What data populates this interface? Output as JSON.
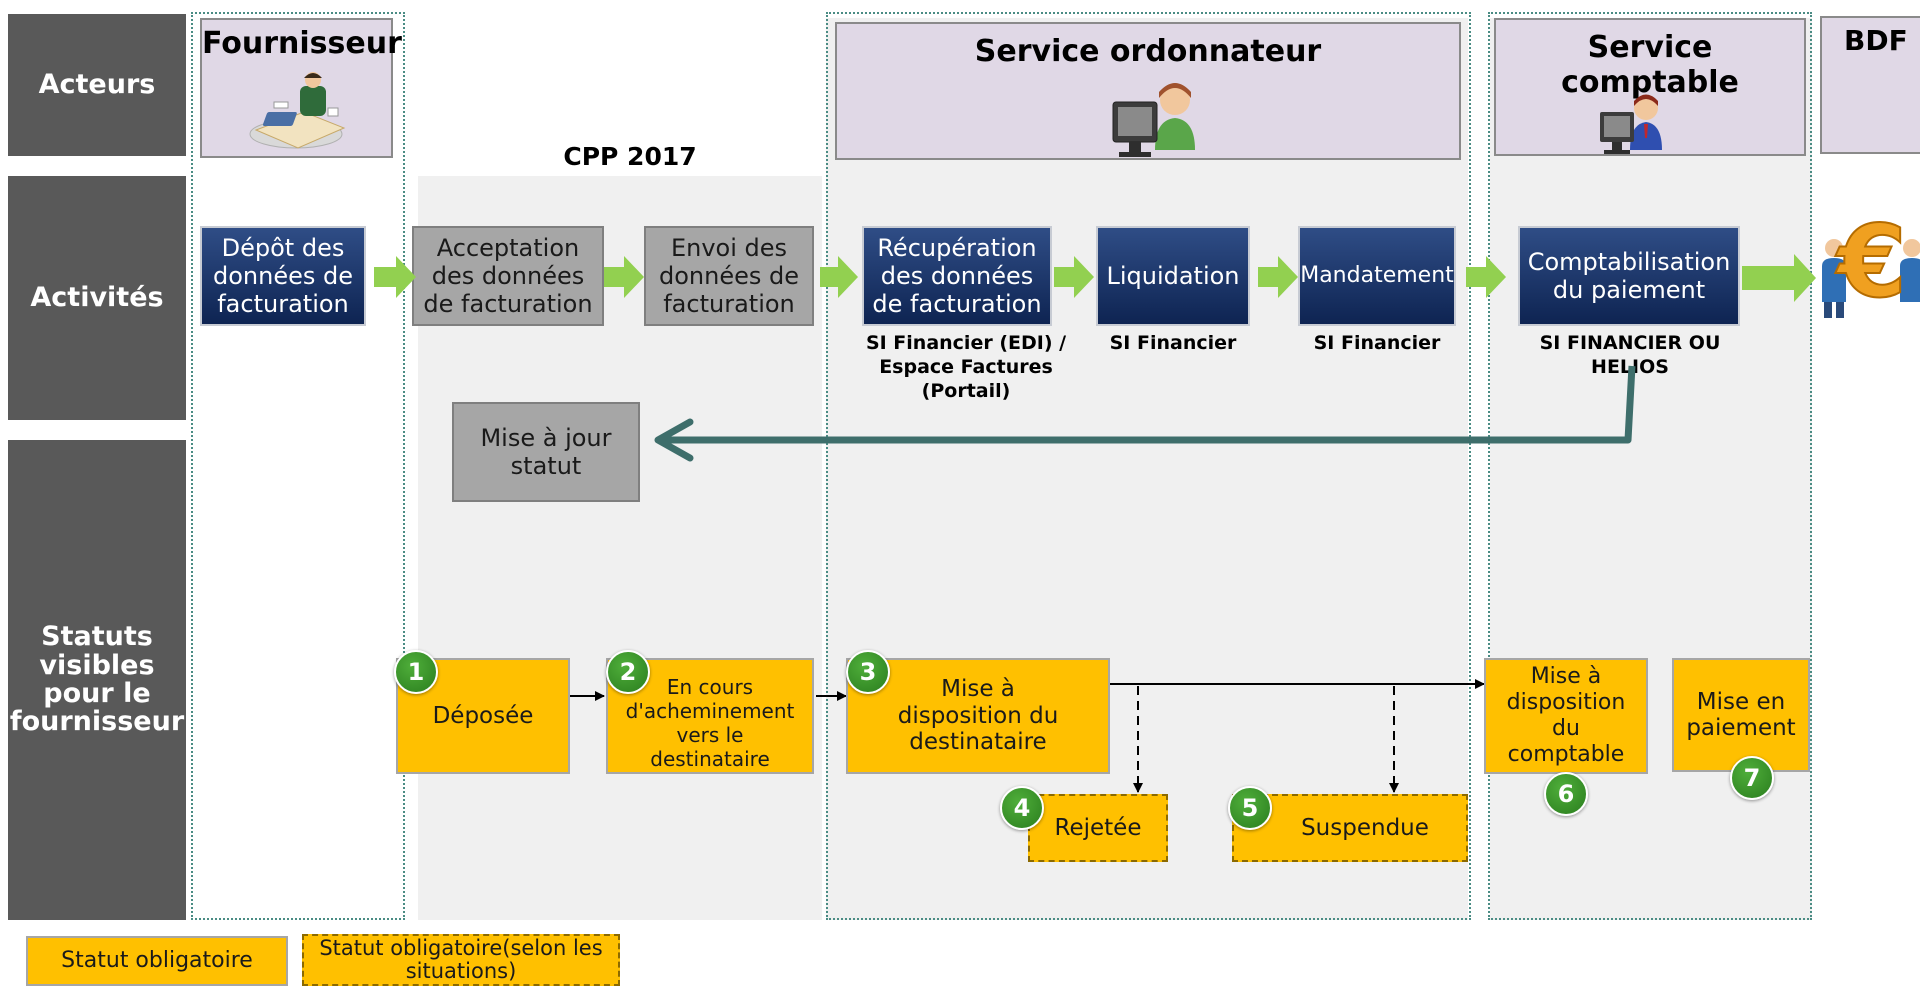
{
  "rows": {
    "acteurs": "Acteurs",
    "activites": "Activités",
    "statuts": "Statuts visibles pour le fournisseur"
  },
  "actors": {
    "fournisseur": "Fournisseur",
    "ordonnateur": "Service ordonnateur",
    "comptable": "Service comptable",
    "bdf": "BDF"
  },
  "cpp_label": "CPP 2017",
  "activities": {
    "depot": "Dépôt des données de facturation",
    "acceptation": "Acceptation des données de facturation",
    "envoi": "Envoi des données de facturation",
    "recuperation": "Récupération des données de facturation",
    "liquidation": "Liquidation",
    "mandatement": "Mandatement",
    "comptabilisation": "Comptabilisation du paiement",
    "mise_a_jour": "Mise à jour statut"
  },
  "systems": {
    "recuperation": "SI Financier (EDI) / Espace Factures (Portail)",
    "liquidation": "SI Financier",
    "mandatement": "SI Financier",
    "comptabilisation": "SI FINANCIER OU HELIOS"
  },
  "statuses": [
    {
      "num": "1",
      "label": "Déposée"
    },
    {
      "num": "2",
      "label": "En cours d'acheminement vers le destinataire"
    },
    {
      "num": "3",
      "label": "Mise à disposition du destinataire"
    },
    {
      "num": "4",
      "label": "Rejetée"
    },
    {
      "num": "5",
      "label": "Suspendue"
    },
    {
      "num": "6",
      "label": "Mise à disposition du comptable"
    },
    {
      "num": "7",
      "label": "Mise en paiement"
    }
  ],
  "legend": {
    "mandatory": "Statut obligatoire",
    "conditional": "Statut obligatoire(selon les situations)"
  },
  "colors": {
    "row_label_bg": "#595959",
    "actor_bg": "#e0d8e6",
    "activity_navy": "#0e2452",
    "activity_grey": "#a6a6a6",
    "status_yellow": "#ffc000",
    "badge_green": "#2a7d1e",
    "flow_arrow_green": "#92d050",
    "return_arrow_teal": "#3e6e6b"
  },
  "icons": [
    "supplier-at-desk-icon",
    "operator-at-computer-icon",
    "accountant-at-computer-icon",
    "euro-payment-icon"
  ]
}
